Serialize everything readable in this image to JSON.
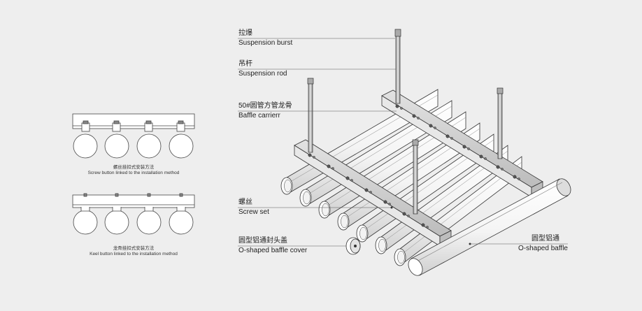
{
  "left_panel": {
    "screw_method": {
      "zh": "螺丝挂扣式安装方法",
      "en": "Screw button linked to the installation method"
    },
    "keel_method": {
      "zh": "龙骨挂扣式安装方法",
      "en": "Keel button linked to the installation method"
    }
  },
  "callouts": {
    "suspension_burst": {
      "zh": "拉爆",
      "en": "Suspension burst"
    },
    "suspension_rod": {
      "zh": "吊杆",
      "en": "Suspension rod"
    },
    "baffle_carrier": {
      "zh": "50#圆管方管龙骨",
      "en": "Baffle carrierr"
    },
    "screw_set": {
      "zh": "螺丝",
      "en": "Screw set"
    },
    "baffle_cover": {
      "zh": "圆型铝通封头盖",
      "en": "O-shaped baffle cover"
    },
    "baffle": {
      "zh": "圆型铝通",
      "en": "O-shaped baffle"
    }
  },
  "colors": {
    "background": "#eeeeee",
    "line": "#333333",
    "fill": "#ffffff",
    "shade": "#cfcfcf"
  }
}
